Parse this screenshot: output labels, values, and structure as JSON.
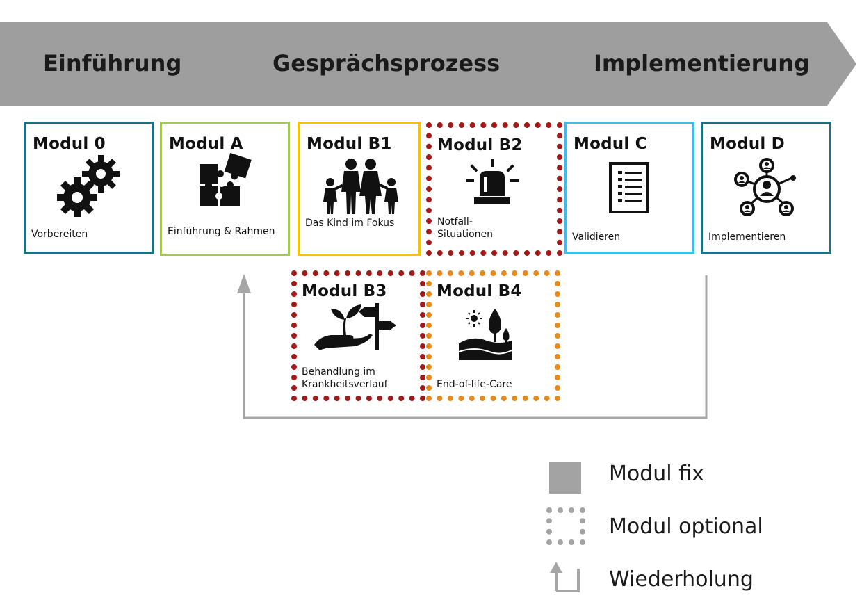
{
  "phases": {
    "intro": "Einführung",
    "process": "Gesprächsprozess",
    "implementation": "Implementierung"
  },
  "modules": {
    "m0": {
      "title": "Modul  0",
      "desc": "Vorbereiten",
      "color": "#1d6f82",
      "border": "solid",
      "icon": "gears-icon"
    },
    "ma": {
      "title": "Modul  A",
      "desc": "Einführung & Rahmen",
      "color": "#a4c852",
      "border": "solid",
      "icon": "puzzle-icon"
    },
    "mb1": {
      "title": "Modul  B1",
      "desc": "Das Kind im Fokus",
      "color": "#f5c400",
      "border": "solid",
      "icon": "family-icon"
    },
    "mb2": {
      "title": "Modul  B2",
      "desc": "Notfall-Situationen",
      "color": "#a11a1a",
      "border": "dotted",
      "icon": "siren-icon"
    },
    "mc": {
      "title": "Modul  C",
      "desc": "Validieren",
      "color": "#3dbde8",
      "border": "solid",
      "icon": "checklist-icon"
    },
    "md": {
      "title": "Modul  D",
      "desc": "Implementieren",
      "color": "#1d6f82",
      "border": "solid",
      "icon": "network-icon"
    },
    "mb3": {
      "title": "Modul  B3",
      "desc": "Behandlung im Krankheitsverlauf",
      "color": "#a11a1a",
      "border": "dotted",
      "icon": "plant-signpost-icon"
    },
    "mb4": {
      "title": "Modul  B4",
      "desc": "End-of-life-Care",
      "color": "#e88a1a",
      "border": "dotted",
      "icon": "landscape-icon"
    }
  },
  "legend": {
    "fixed": "Modul fix",
    "optional": "Modul optional",
    "repeat": "Wiederholung"
  },
  "colors": {
    "banner": "#9e9e9e",
    "legend_grey": "#a3a3a3",
    "loop_arrow": "#a6a6a6"
  }
}
